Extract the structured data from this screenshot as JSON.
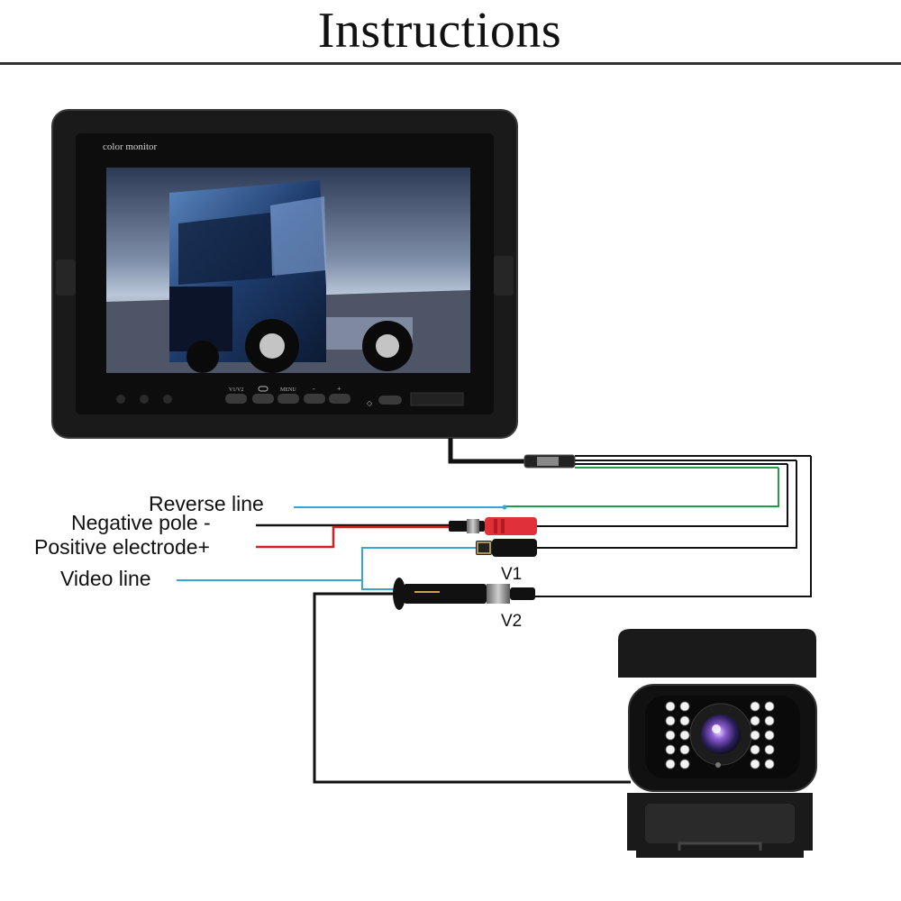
{
  "title": "Instructions",
  "monitor": {
    "label": "color monitor",
    "buttons": [
      "V1/V2",
      "MENU",
      "-",
      "+"
    ]
  },
  "wires": {
    "reverse": "Reverse line",
    "negative": "Negative pole -",
    "positive": "Positive electrode+",
    "video": "Video line"
  },
  "ports": {
    "v1": "V1",
    "v2": "V2"
  },
  "colors": {
    "reverse_wire": "#3aa6d0",
    "green_wire": "#2a9a4a",
    "positive_wire": "#d42020",
    "video_wire": "#3aa6d0",
    "cable": "#111111"
  }
}
